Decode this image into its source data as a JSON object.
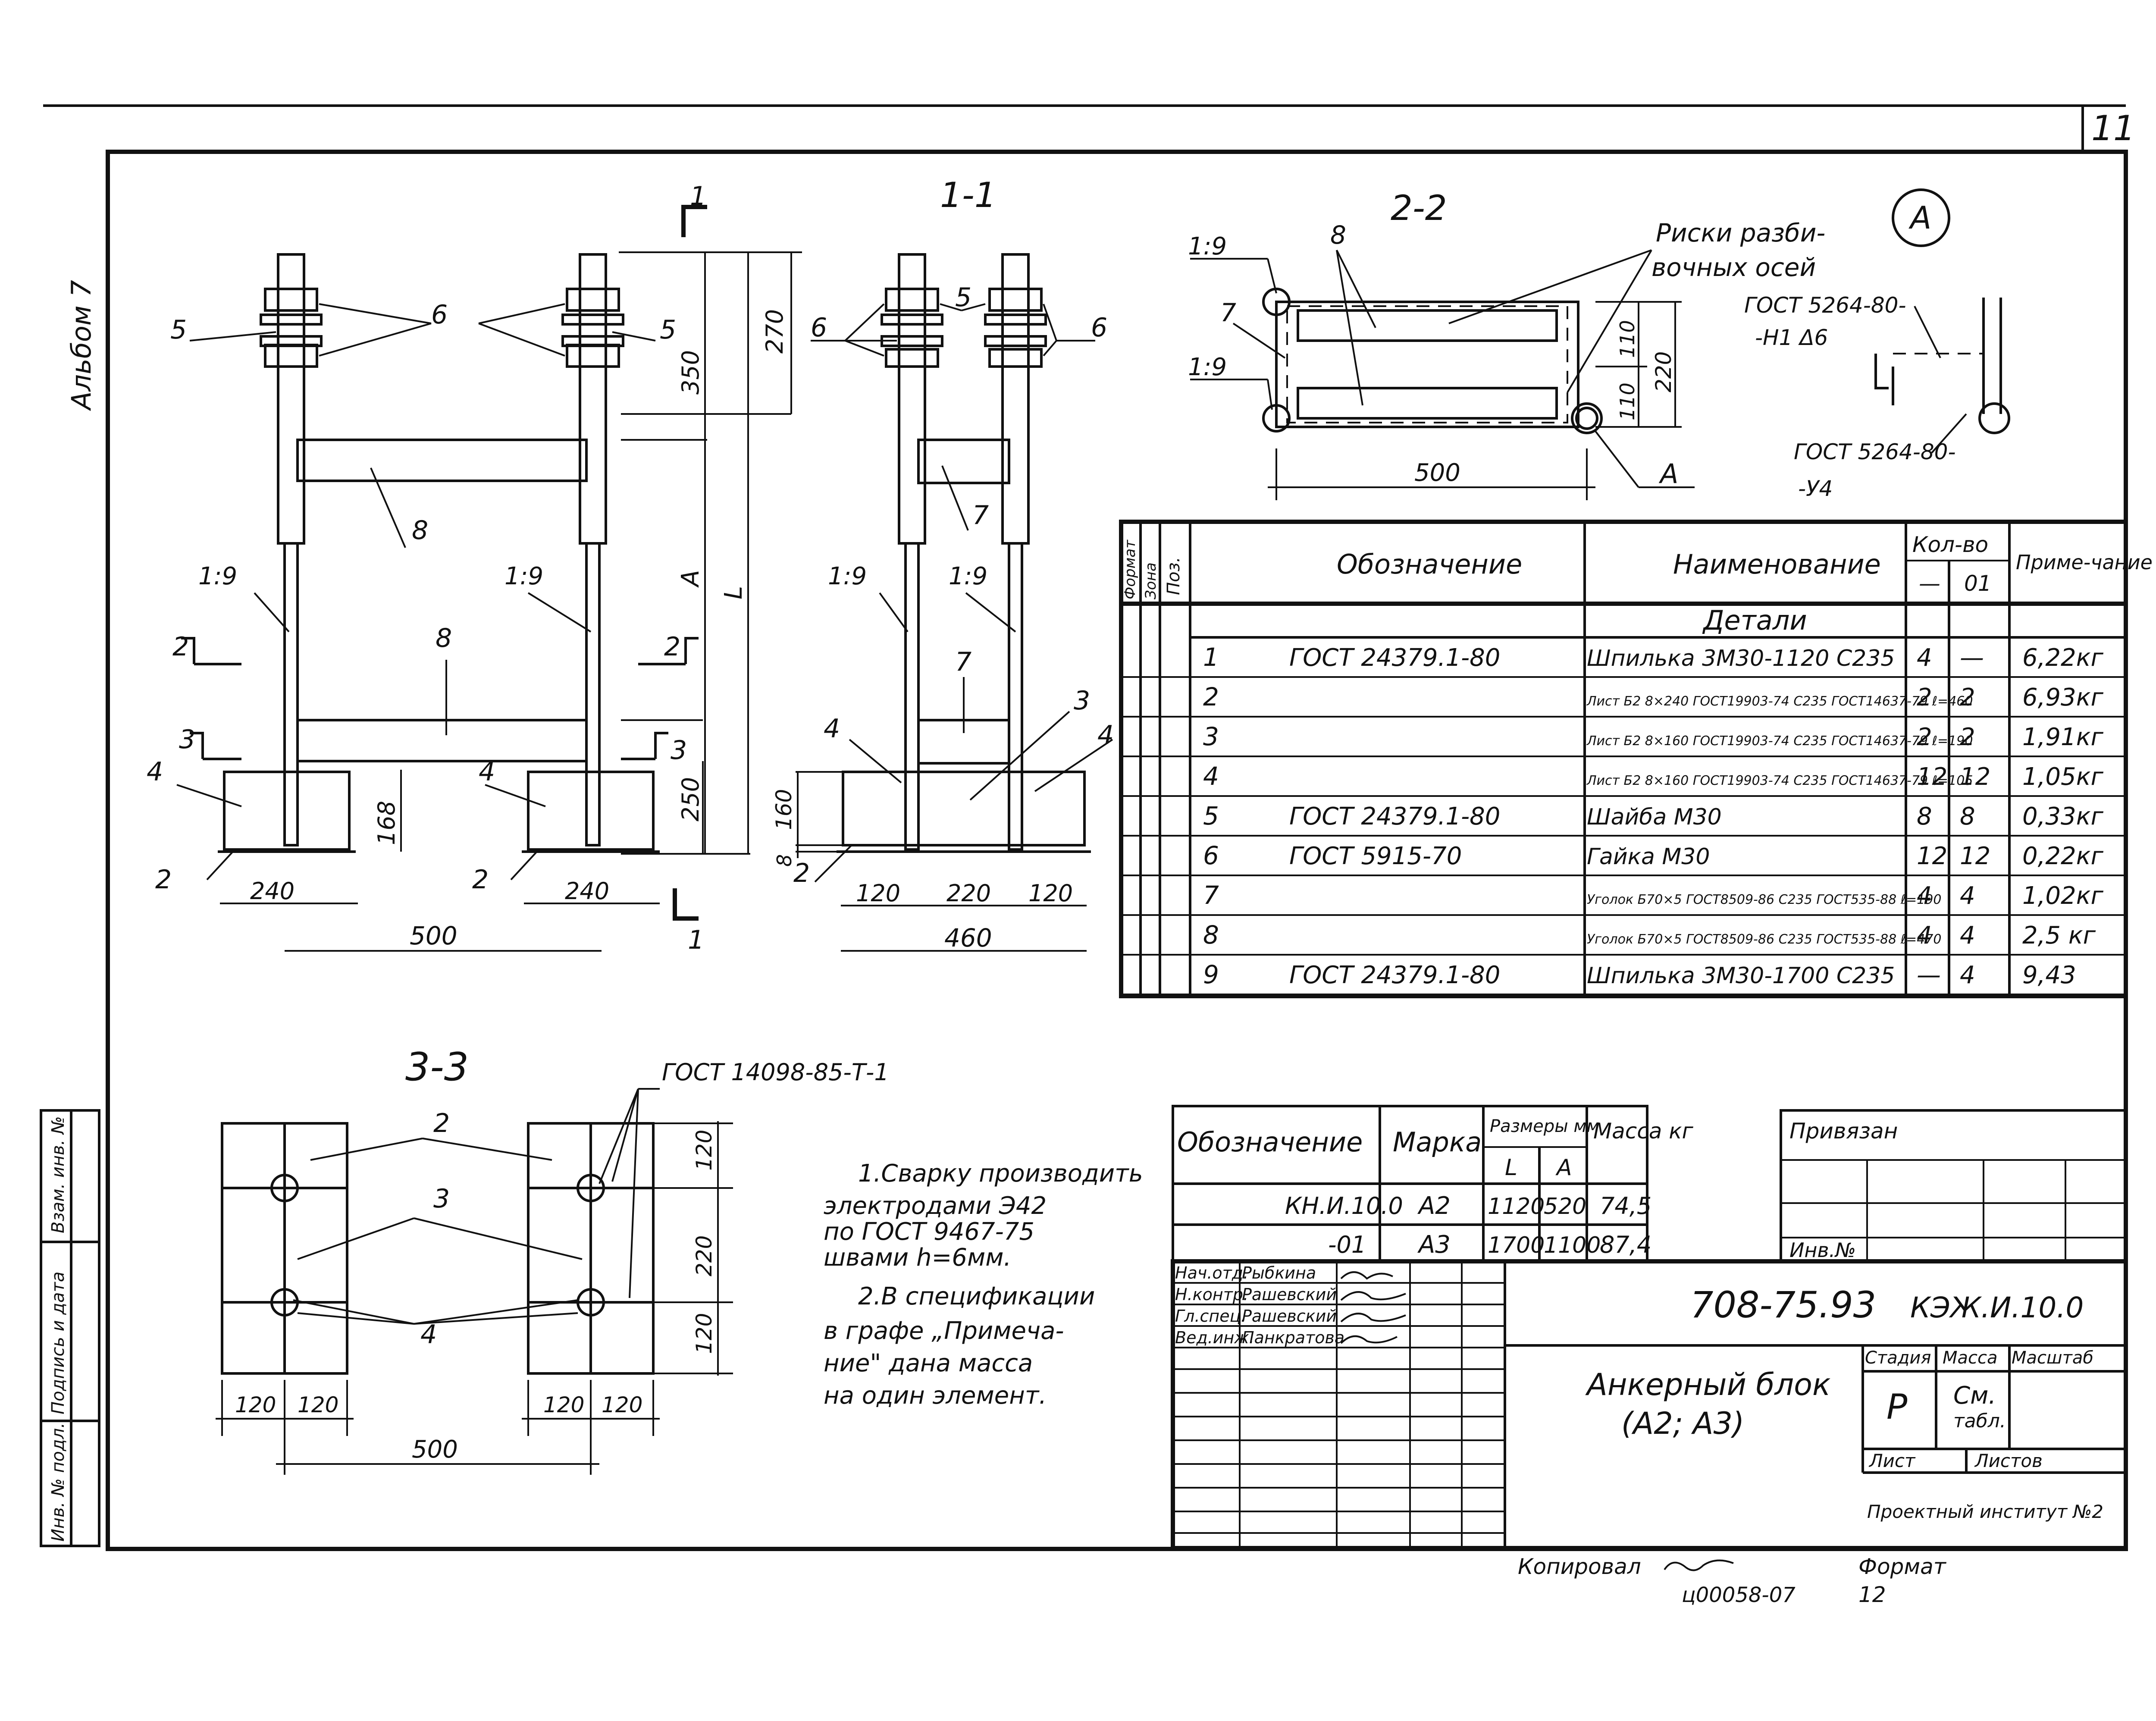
{
  "sheet": {
    "page_number": "11",
    "album_label": "Альбом 7",
    "copied_label": "Копировал",
    "format_label": "Формат",
    "format_value": "12",
    "archive_number": "ц00058-07"
  },
  "side_stamp": {
    "inv_no_original": "Инв. № подл.",
    "sign_and_date": "Подпись и дата",
    "replace_inv_no": "Взам. инв. №"
  },
  "section_1_1": {
    "title": "1-1",
    "cut_mark": "1",
    "dims": {
      "top": "270",
      "upper": "350",
      "A": "A",
      "L": "L",
      "bottom": "250",
      "base_h": "168",
      "w240a": "240",
      "w240b": "240",
      "w500": "500",
      "d160": "160",
      "d8": "8",
      "w120a": "120",
      "w220": "220",
      "w120b": "120",
      "w460": "460"
    },
    "slope": "1:9",
    "cut_2": "2",
    "cut_3": "3",
    "pos": {
      "p2": "2",
      "p3": "3",
      "p4": "4",
      "p5": "5",
      "p6": "6",
      "p7": "7",
      "p8": "8"
    }
  },
  "section_2_2": {
    "title": "2-2",
    "slope": "1:9",
    "pos7": "7",
    "pos8": "8",
    "d110a": "110",
    "d110b": "110",
    "d220": "220",
    "d500": "500",
    "marker_A": "A",
    "note_line1": "Риски разби-",
    "note_line2": "вочных осей"
  },
  "detail_A": {
    "label": "A",
    "gost_top_1": "ГОСТ 5264-80-",
    "gost_top_2": "-Н1 Δ6",
    "gost_bot_1": "ГОСТ 5264-80-",
    "gost_bot_2": "-У4"
  },
  "spec_table": {
    "headers": {
      "format": "Формат",
      "zone": "Зона",
      "pos": "Поз.",
      "designation": "Обозначение",
      "name": "Наименование",
      "qty": "Кол-во",
      "qty_dash": "—",
      "qty_01": "01",
      "note": "Приме-чание"
    },
    "section_title": "Детали",
    "rows": [
      {
        "pos": "1",
        "designation": "ГОСТ 24379.1-80",
        "name": "Шпилька 3М30-1120 С235",
        "q1": "4",
        "q2": "—",
        "note": "6,22кг"
      },
      {
        "pos": "2",
        "designation": "",
        "name": "Лист Б2 8×240 ГОСТ19903-74 С235 ГОСТ14637-79 ℓ=460",
        "q1": "2",
        "q2": "2",
        "note": "6,93кг"
      },
      {
        "pos": "3",
        "designation": "",
        "name": "Лист Б2 8×160 ГОСТ19903-74 С235 ГОСТ14637-79 ℓ=190",
        "q1": "2",
        "q2": "2",
        "note": "1,91кг"
      },
      {
        "pos": "4",
        "designation": "",
        "name": "Лист Б2 8×160 ГОСТ19903-74 С235 ГОСТ14637-79 ℓ=105",
        "q1": "12",
        "q2": "12",
        "note": "1,05кг"
      },
      {
        "pos": "5",
        "designation": "ГОСТ 24379.1-80",
        "name": "Шайба М30",
        "q1": "8",
        "q2": "8",
        "note": "0,33кг"
      },
      {
        "pos": "6",
        "designation": "ГОСТ 5915-70",
        "name": "Гайка М30",
        "q1": "12",
        "q2": "12",
        "note": "0,22кг"
      },
      {
        "pos": "7",
        "designation": "",
        "name": "Уголок Б70×5 ГОСТ8509-86 С235 ГОСТ535-88 ℓ=190",
        "q1": "4",
        "q2": "4",
        "note": "1,02кг"
      },
      {
        "pos": "8",
        "designation": "",
        "name": "Уголок Б70×5 ГОСТ8509-86 С235 ГОСТ535-88 ℓ=470",
        "q1": "4",
        "q2": "4",
        "note": "2,5 кг"
      },
      {
        "pos": "9",
        "designation": "ГОСТ 24379.1-80",
        "name": "Шпилька 3М30-1700 С235",
        "q1": "—",
        "q2": "4",
        "note": "9,43"
      }
    ]
  },
  "section_3_3": {
    "title": "3-3",
    "weld_gost": "ГОСТ 14098-85-Т-1",
    "pos2": "2",
    "pos3": "3",
    "pos4": "4",
    "d120t": "120",
    "d220": "220",
    "d120b": "120",
    "b120a": "120",
    "b120b": "120",
    "b120c": "120",
    "b120d": "120",
    "b500": "500"
  },
  "notes": {
    "n1_l1": "1.Сварку производить",
    "n1_l2": "электродами Э42",
    "n1_l3": "по ГОСТ 9467-75",
    "n1_l4": "швами h=6мм.",
    "n2_l1": "2.В спецификации",
    "n2_l2": "в графе „Примеча-",
    "n2_l3": "ние\" дана масса",
    "n2_l4": "на один элемент."
  },
  "marks_table": {
    "h_designation": "Обозначение",
    "h_mark": "Марка",
    "h_sizes": "Размеры мм",
    "h_L": "L",
    "h_A": "A",
    "h_mass": "Масса кг",
    "rows": [
      {
        "designation": "КН.И.10.0",
        "mark": "А2",
        "L": "1120",
        "A": "520",
        "mass": "74,5"
      },
      {
        "designation": "-01",
        "mark": "А3",
        "L": "1700",
        "A": "1100",
        "mass": "87,4"
      }
    ]
  },
  "privyazan": {
    "title": "Привязан",
    "inv": "Инв.№"
  },
  "title_block": {
    "project_no": "708-75.93",
    "code": "КЭЖ.И.10.0",
    "title_l1": "Анкерный блок",
    "title_l2": "(А2; А3)",
    "stage_h": "Стадия",
    "mass_h": "Масса",
    "scale_h": "Масштаб",
    "stage": "Р",
    "mass_l1": "См.",
    "mass_l2": "табл.",
    "sheet_h": "Лист",
    "sheets_h": "Листов",
    "institute": "Проектный институт №2",
    "staff": [
      {
        "role": "Нач.отд.",
        "name": "Рыбкина"
      },
      {
        "role": "Н.контр.",
        "name": "Рашевский"
      },
      {
        "role": "Гл.спец.",
        "name": "Рашевский"
      },
      {
        "role": "Вед.инж.",
        "name": "Панкратова"
      }
    ]
  }
}
